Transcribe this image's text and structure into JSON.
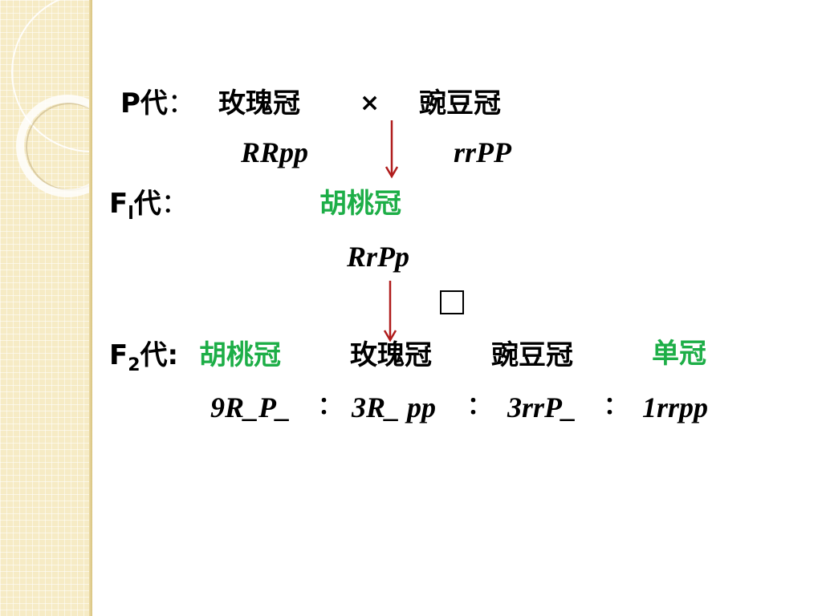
{
  "slide": {
    "p_row": {
      "label": "P代",
      "colon": "：",
      "rose": "玫瑰冠",
      "cross": "×",
      "pea": "豌豆冠"
    },
    "p_genotypes": {
      "rose": "RRpp",
      "pea": "rrPP"
    },
    "f1_row": {
      "label_main": "F",
      "label_sub": "l",
      "label_tail": "代",
      "colon": "：",
      "walnut": "胡桃冠"
    },
    "f1_genotype": "RrPp",
    "f2_row": {
      "label_main": "F",
      "label_sub": "2",
      "label_tail": "代:",
      "walnut": "胡桃冠",
      "rose": "玫瑰冠",
      "pea": "豌豆冠",
      "single": "单冠"
    },
    "f2_ratio": {
      "g1": "9R_P_",
      "sep1": "：",
      "g2": "3R_ pp",
      "sep2": "：",
      "g3": "3rrP_",
      "sep3": "：",
      "g4": "1rrpp"
    },
    "colors": {
      "highlight": "#1dae47",
      "arrow": "#b01c1c",
      "sidebar": "#f6ebc5"
    }
  }
}
